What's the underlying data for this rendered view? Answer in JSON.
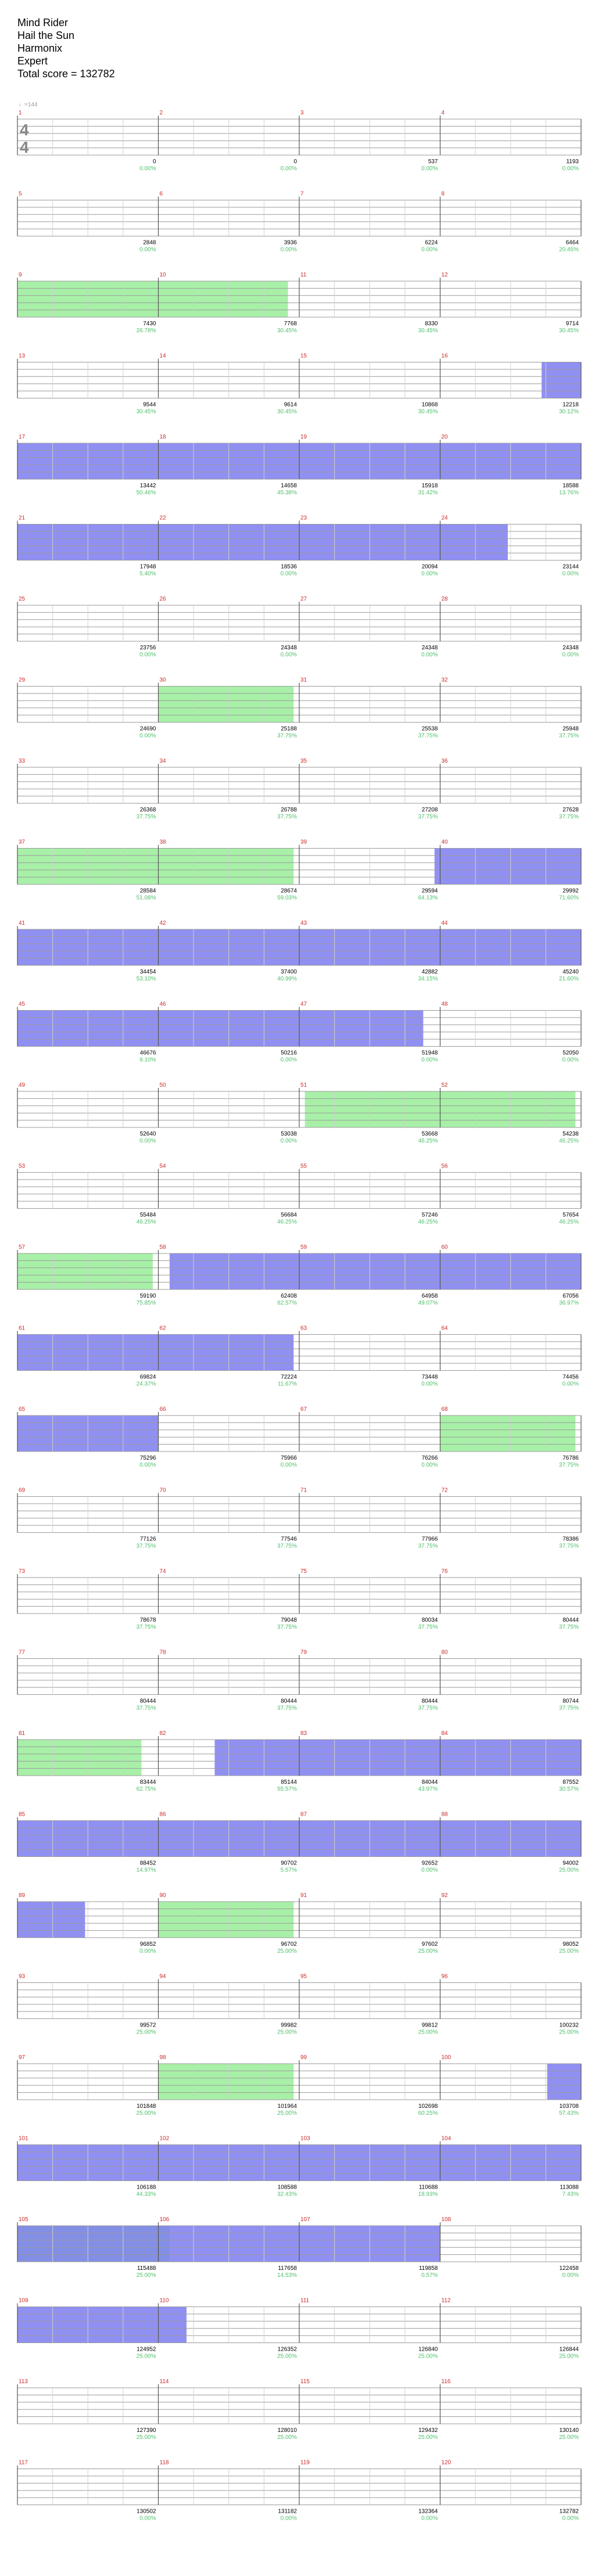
{
  "song": {
    "title": "Mind Rider",
    "artist": "Hail the Sun",
    "charter": "Harmonix",
    "difficulty": "Expert",
    "total_score_label": "Total score = 132782"
  },
  "tempo_label": "♩=144",
  "time_signature": {
    "top": "4",
    "bottom": "4"
  },
  "colors": {
    "green": "#2ecc2e",
    "red": "#e0182a",
    "yellow": "#f5ef1a",
    "blue": "#1414d2",
    "orange": "#f59a10",
    "overdrive_fill": "#7c7cf0",
    "solo_fill": "#a8f0a8",
    "mult_label": "#4fbf6b",
    "score_label": "#000000",
    "measure_num": "#cc2a2a"
  },
  "rows": [
    {
      "measures": [
        {
          "num": "1",
          "score": "0",
          "mult": "0.00%"
        },
        {
          "num": "2",
          "score": "0",
          "mult": "0.00%"
        },
        {
          "num": "3",
          "score": "537",
          "mult": "0.00%"
        },
        {
          "num": "4",
          "score": "1193",
          "mult": "0.00%"
        }
      ],
      "od": [],
      "solo": []
    },
    {
      "measures": [
        {
          "num": "5",
          "score": "2848",
          "mult": "0.00%"
        },
        {
          "num": "6",
          "score": "3936",
          "mult": "0.00%"
        },
        {
          "num": "7",
          "score": "6224",
          "mult": "0.00%"
        },
        {
          "num": "8",
          "score": "6464",
          "mult": "20.45%"
        }
      ],
      "od": [],
      "solo": []
    },
    {
      "measures": [
        {
          "num": "9",
          "score": "7430",
          "mult": "26.78%"
        },
        {
          "num": "10",
          "score": "7768",
          "mult": "30.45%"
        },
        {
          "num": "11",
          "score": "8330",
          "mult": "30.45%"
        },
        {
          "num": "12",
          "score": "9714",
          "mult": "30.45%"
        }
      ],
      "od": [],
      "solo": [
        [
          0.0,
          0.48
        ]
      ]
    },
    {
      "measures": [
        {
          "num": "13",
          "score": "9544",
          "mult": "30.45%"
        },
        {
          "num": "14",
          "score": "9614",
          "mult": "30.45%"
        },
        {
          "num": "15",
          "score": "10868",
          "mult": "30.45%"
        },
        {
          "num": "16",
          "score": "12218",
          "mult": "30.12%"
        }
      ],
      "od": [
        [
          0.93,
          1.0
        ]
      ],
      "solo": []
    },
    {
      "measures": [
        {
          "num": "17",
          "score": "13442",
          "mult": "50.46%"
        },
        {
          "num": "18",
          "score": "14658",
          "mult": "45.38%"
        },
        {
          "num": "19",
          "score": "15918",
          "mult": "31.42%"
        },
        {
          "num": "20",
          "score": "18588",
          "mult": "13.76%"
        }
      ],
      "od": [
        [
          0.0,
          1.0
        ]
      ],
      "solo": []
    },
    {
      "measures": [
        {
          "num": "21",
          "score": "17948",
          "mult": "5.40%"
        },
        {
          "num": "22",
          "score": "18536",
          "mult": "0.00%"
        },
        {
          "num": "23",
          "score": "20094",
          "mult": "0.00%"
        },
        {
          "num": "24",
          "score": "23144",
          "mult": "0.00%"
        }
      ],
      "od": [
        [
          0.0,
          0.87
        ]
      ],
      "solo": []
    },
    {
      "measures": [
        {
          "num": "25",
          "score": "23756",
          "mult": "0.00%"
        },
        {
          "num": "26",
          "score": "24348",
          "mult": "0.00%"
        },
        {
          "num": "27",
          "score": "24348",
          "mult": "0.00%"
        },
        {
          "num": "28",
          "score": "24348",
          "mult": "0.00%"
        }
      ],
      "od": [],
      "solo": []
    },
    {
      "measures": [
        {
          "num": "29",
          "score": "24690",
          "mult": "0.00%"
        },
        {
          "num": "30",
          "score": "25188",
          "mult": "37.75%"
        },
        {
          "num": "31",
          "score": "25538",
          "mult": "37.75%"
        },
        {
          "num": "32",
          "score": "25948",
          "mult": "37.75%"
        }
      ],
      "od": [],
      "solo": [
        [
          0.25,
          0.49
        ]
      ]
    },
    {
      "measures": [
        {
          "num": "33",
          "score": "26368",
          "mult": "37.75%"
        },
        {
          "num": "34",
          "score": "26788",
          "mult": "37.75%"
        },
        {
          "num": "35",
          "score": "27208",
          "mult": "37.75%"
        },
        {
          "num": "36",
          "score": "27628",
          "mult": "37.75%"
        }
      ],
      "od": [],
      "solo": []
    },
    {
      "measures": [
        {
          "num": "37",
          "score": "28584",
          "mult": "51.08%"
        },
        {
          "num": "38",
          "score": "28674",
          "mult": "59.03%"
        },
        {
          "num": "39",
          "score": "29594",
          "mult": "64.13%"
        },
        {
          "num": "40",
          "score": "29992",
          "mult": "71.60%"
        }
      ],
      "od": [
        [
          0.74,
          1.0
        ]
      ],
      "solo": [
        [
          0.0,
          0.49
        ]
      ]
    },
    {
      "measures": [
        {
          "num": "41",
          "score": "34454",
          "mult": "53.10%"
        },
        {
          "num": "42",
          "score": "37400",
          "mult": "40.99%"
        },
        {
          "num": "43",
          "score": "42882",
          "mult": "34.15%"
        },
        {
          "num": "44",
          "score": "45240",
          "mult": "21.60%"
        }
      ],
      "od": [
        [
          0.0,
          1.0
        ]
      ],
      "solo": []
    },
    {
      "measures": [
        {
          "num": "45",
          "score": "46676",
          "mult": "9.10%"
        },
        {
          "num": "46",
          "score": "50216",
          "mult": "0.00%"
        },
        {
          "num": "47",
          "score": "51948",
          "mult": "0.00%"
        },
        {
          "num": "48",
          "score": "52050",
          "mult": "0.00%"
        }
      ],
      "od": [
        [
          0.0,
          0.72
        ]
      ],
      "solo": []
    },
    {
      "measures": [
        {
          "num": "49",
          "score": "52640",
          "mult": "0.00%"
        },
        {
          "num": "50",
          "score": "53038",
          "mult": "0.00%"
        },
        {
          "num": "51",
          "score": "53668",
          "mult": "46.25%"
        },
        {
          "num": "52",
          "score": "54238",
          "mult": "46.25%"
        }
      ],
      "od": [],
      "solo": [
        [
          0.51,
          0.99
        ]
      ]
    },
    {
      "measures": [
        {
          "num": "53",
          "score": "55484",
          "mult": "46.25%"
        },
        {
          "num": "54",
          "score": "56684",
          "mult": "46.25%"
        },
        {
          "num": "55",
          "score": "57246",
          "mult": "46.25%"
        },
        {
          "num": "56",
          "score": "57654",
          "mult": "46.25%"
        }
      ],
      "od": [],
      "solo": []
    },
    {
      "measures": [
        {
          "num": "57",
          "score": "59190",
          "mult": "75.85%"
        },
        {
          "num": "58",
          "score": "62408",
          "mult": "62.57%"
        },
        {
          "num": "59",
          "score": "64958",
          "mult": "49.07%"
        },
        {
          "num": "60",
          "score": "67056",
          "mult": "36.97%"
        }
      ],
      "od": [
        [
          0.27,
          1.0
        ]
      ],
      "solo": [
        [
          0.0,
          0.24
        ]
      ]
    },
    {
      "measures": [
        {
          "num": "61",
          "score": "69824",
          "mult": "24.37%"
        },
        {
          "num": "62",
          "score": "72224",
          "mult": "11.67%"
        },
        {
          "num": "63",
          "score": "73448",
          "mult": "0.00%"
        },
        {
          "num": "64",
          "score": "74456",
          "mult": "0.00%"
        }
      ],
      "od": [
        [
          0.0,
          0.49
        ]
      ],
      "solo": []
    },
    {
      "measures": [
        {
          "num": "65",
          "score": "75296",
          "mult": "0.00%"
        },
        {
          "num": "66",
          "score": "75966",
          "mult": "0.00%"
        },
        {
          "num": "67",
          "score": "76266",
          "mult": "0.00%"
        },
        {
          "num": "68",
          "score": "76786",
          "mult": "37.75%"
        }
      ],
      "od": [
        [
          0.0,
          0.25
        ]
      ],
      "solo": [
        [
          0.75,
          0.99
        ]
      ]
    },
    {
      "measures": [
        {
          "num": "69",
          "score": "77126",
          "mult": "37.75%"
        },
        {
          "num": "70",
          "score": "77546",
          "mult": "37.75%"
        },
        {
          "num": "71",
          "score": "77966",
          "mult": "37.75%"
        },
        {
          "num": "72",
          "score": "78386",
          "mult": "37.75%"
        }
      ],
      "od": [],
      "solo": []
    },
    {
      "measures": [
        {
          "num": "73",
          "score": "78678",
          "mult": "37.75%"
        },
        {
          "num": "74",
          "score": "79048",
          "mult": "37.75%"
        },
        {
          "num": "75",
          "score": "80034",
          "mult": "37.75%"
        },
        {
          "num": "76",
          "score": "80444",
          "mult": "37.75%"
        }
      ],
      "od": [],
      "solo": []
    },
    {
      "measures": [
        {
          "num": "77",
          "score": "80444",
          "mult": "37.75%"
        },
        {
          "num": "78",
          "score": "80444",
          "mult": "37.75%"
        },
        {
          "num": "79",
          "score": "80444",
          "mult": "37.75%"
        },
        {
          "num": "80",
          "score": "80744",
          "mult": "37.75%"
        }
      ],
      "od": [],
      "solo": []
    },
    {
      "measures": [
        {
          "num": "81",
          "score": "83444",
          "mult": "62.75%"
        },
        {
          "num": "82",
          "score": "85144",
          "mult": "55.57%"
        },
        {
          "num": "83",
          "score": "84044",
          "mult": "43.97%"
        },
        {
          "num": "84",
          "score": "87552",
          "mult": "30.57%"
        }
      ],
      "od": [
        [
          0.35,
          1.0
        ]
      ],
      "solo": [
        [
          0.0,
          0.22
        ]
      ]
    },
    {
      "measures": [
        {
          "num": "85",
          "score": "88452",
          "mult": "14.97%"
        },
        {
          "num": "86",
          "score": "90702",
          "mult": "5.57%"
        },
        {
          "num": "87",
          "score": "92652",
          "mult": "0.00%"
        },
        {
          "num": "88",
          "score": "94002",
          "mult": "25.00%"
        }
      ],
      "od": [
        [
          0.0,
          1.0
        ]
      ],
      "solo": []
    },
    {
      "measures": [
        {
          "num": "89",
          "score": "96852",
          "mult": "0.00%"
        },
        {
          "num": "90",
          "score": "96702",
          "mult": "25.00%"
        },
        {
          "num": "91",
          "score": "97602",
          "mult": "25.00%"
        },
        {
          "num": "92",
          "score": "98052",
          "mult": "25.00%"
        }
      ],
      "od": [
        [
          0.0,
          0.12
        ]
      ],
      "solo": [
        [
          0.25,
          0.49
        ]
      ]
    },
    {
      "measures": [
        {
          "num": "93",
          "score": "99572",
          "mult": "25.00%"
        },
        {
          "num": "94",
          "score": "99982",
          "mult": "25.00%"
        },
        {
          "num": "95",
          "score": "99812",
          "mult": "25.00%"
        },
        {
          "num": "96",
          "score": "100232",
          "mult": "25.00%"
        }
      ],
      "od": [],
      "solo": []
    },
    {
      "measures": [
        {
          "num": "97",
          "score": "101848",
          "mult": "25.00%"
        },
        {
          "num": "98",
          "score": "101964",
          "mult": "25.00%"
        },
        {
          "num": "99",
          "score": "102698",
          "mult": "60.25%"
        },
        {
          "num": "100",
          "score": "103708",
          "mult": "57.43%"
        }
      ],
      "od": [
        [
          0.94,
          1.0
        ]
      ],
      "solo": [
        [
          0.25,
          0.49
        ]
      ]
    },
    {
      "measures": [
        {
          "num": "101",
          "score": "106188",
          "mult": "44.33%"
        },
        {
          "num": "102",
          "score": "108588",
          "mult": "32.43%"
        },
        {
          "num": "103",
          "score": "110688",
          "mult": "18.93%"
        },
        {
          "num": "104",
          "score": "113088",
          "mult": "7.43%"
        }
      ],
      "od": [
        [
          0.0,
          1.0
        ]
      ],
      "solo": []
    },
    {
      "measures": [
        {
          "num": "105",
          "score": "115488",
          "mult": "25.00%"
        },
        {
          "num": "106",
          "score": "117658",
          "mult": "14.53%"
        },
        {
          "num": "107",
          "score": "119858",
          "mult": "0.57%"
        },
        {
          "num": "108",
          "score": "122458",
          "mult": "0.00%"
        }
      ],
      "od": [
        [
          0.0,
          0.75
        ]
      ],
      "solo": [
        [
          0.0,
          0.27
        ]
      ]
    },
    {
      "measures": [
        {
          "num": "109",
          "score": "124952",
          "mult": "25.00%"
        },
        {
          "num": "110",
          "score": "126352",
          "mult": "25.00%"
        },
        {
          "num": "111",
          "score": "126840",
          "mult": "25.00%"
        },
        {
          "num": "112",
          "score": "126844",
          "mult": "25.00%"
        }
      ],
      "od": [
        [
          0.0,
          0.3
        ]
      ],
      "solo": []
    },
    {
      "measures": [
        {
          "num": "113",
          "score": "127390",
          "mult": "25.00%"
        },
        {
          "num": "114",
          "score": "128010",
          "mult": "25.00%"
        },
        {
          "num": "115",
          "score": "129432",
          "mult": "25.00%"
        },
        {
          "num": "116",
          "score": "130140",
          "mult": "25.00%"
        }
      ],
      "od": [],
      "solo": []
    },
    {
      "measures": [
        {
          "num": "117",
          "score": "130502",
          "mult": "0.00%"
        },
        {
          "num": "118",
          "score": "131182",
          "mult": "0.00%"
        },
        {
          "num": "119",
          "score": "132364",
          "mult": "0.00%"
        },
        {
          "num": "120",
          "score": "132782",
          "mult": "0.00%"
        }
      ],
      "od": [],
      "solo": []
    }
  ]
}
